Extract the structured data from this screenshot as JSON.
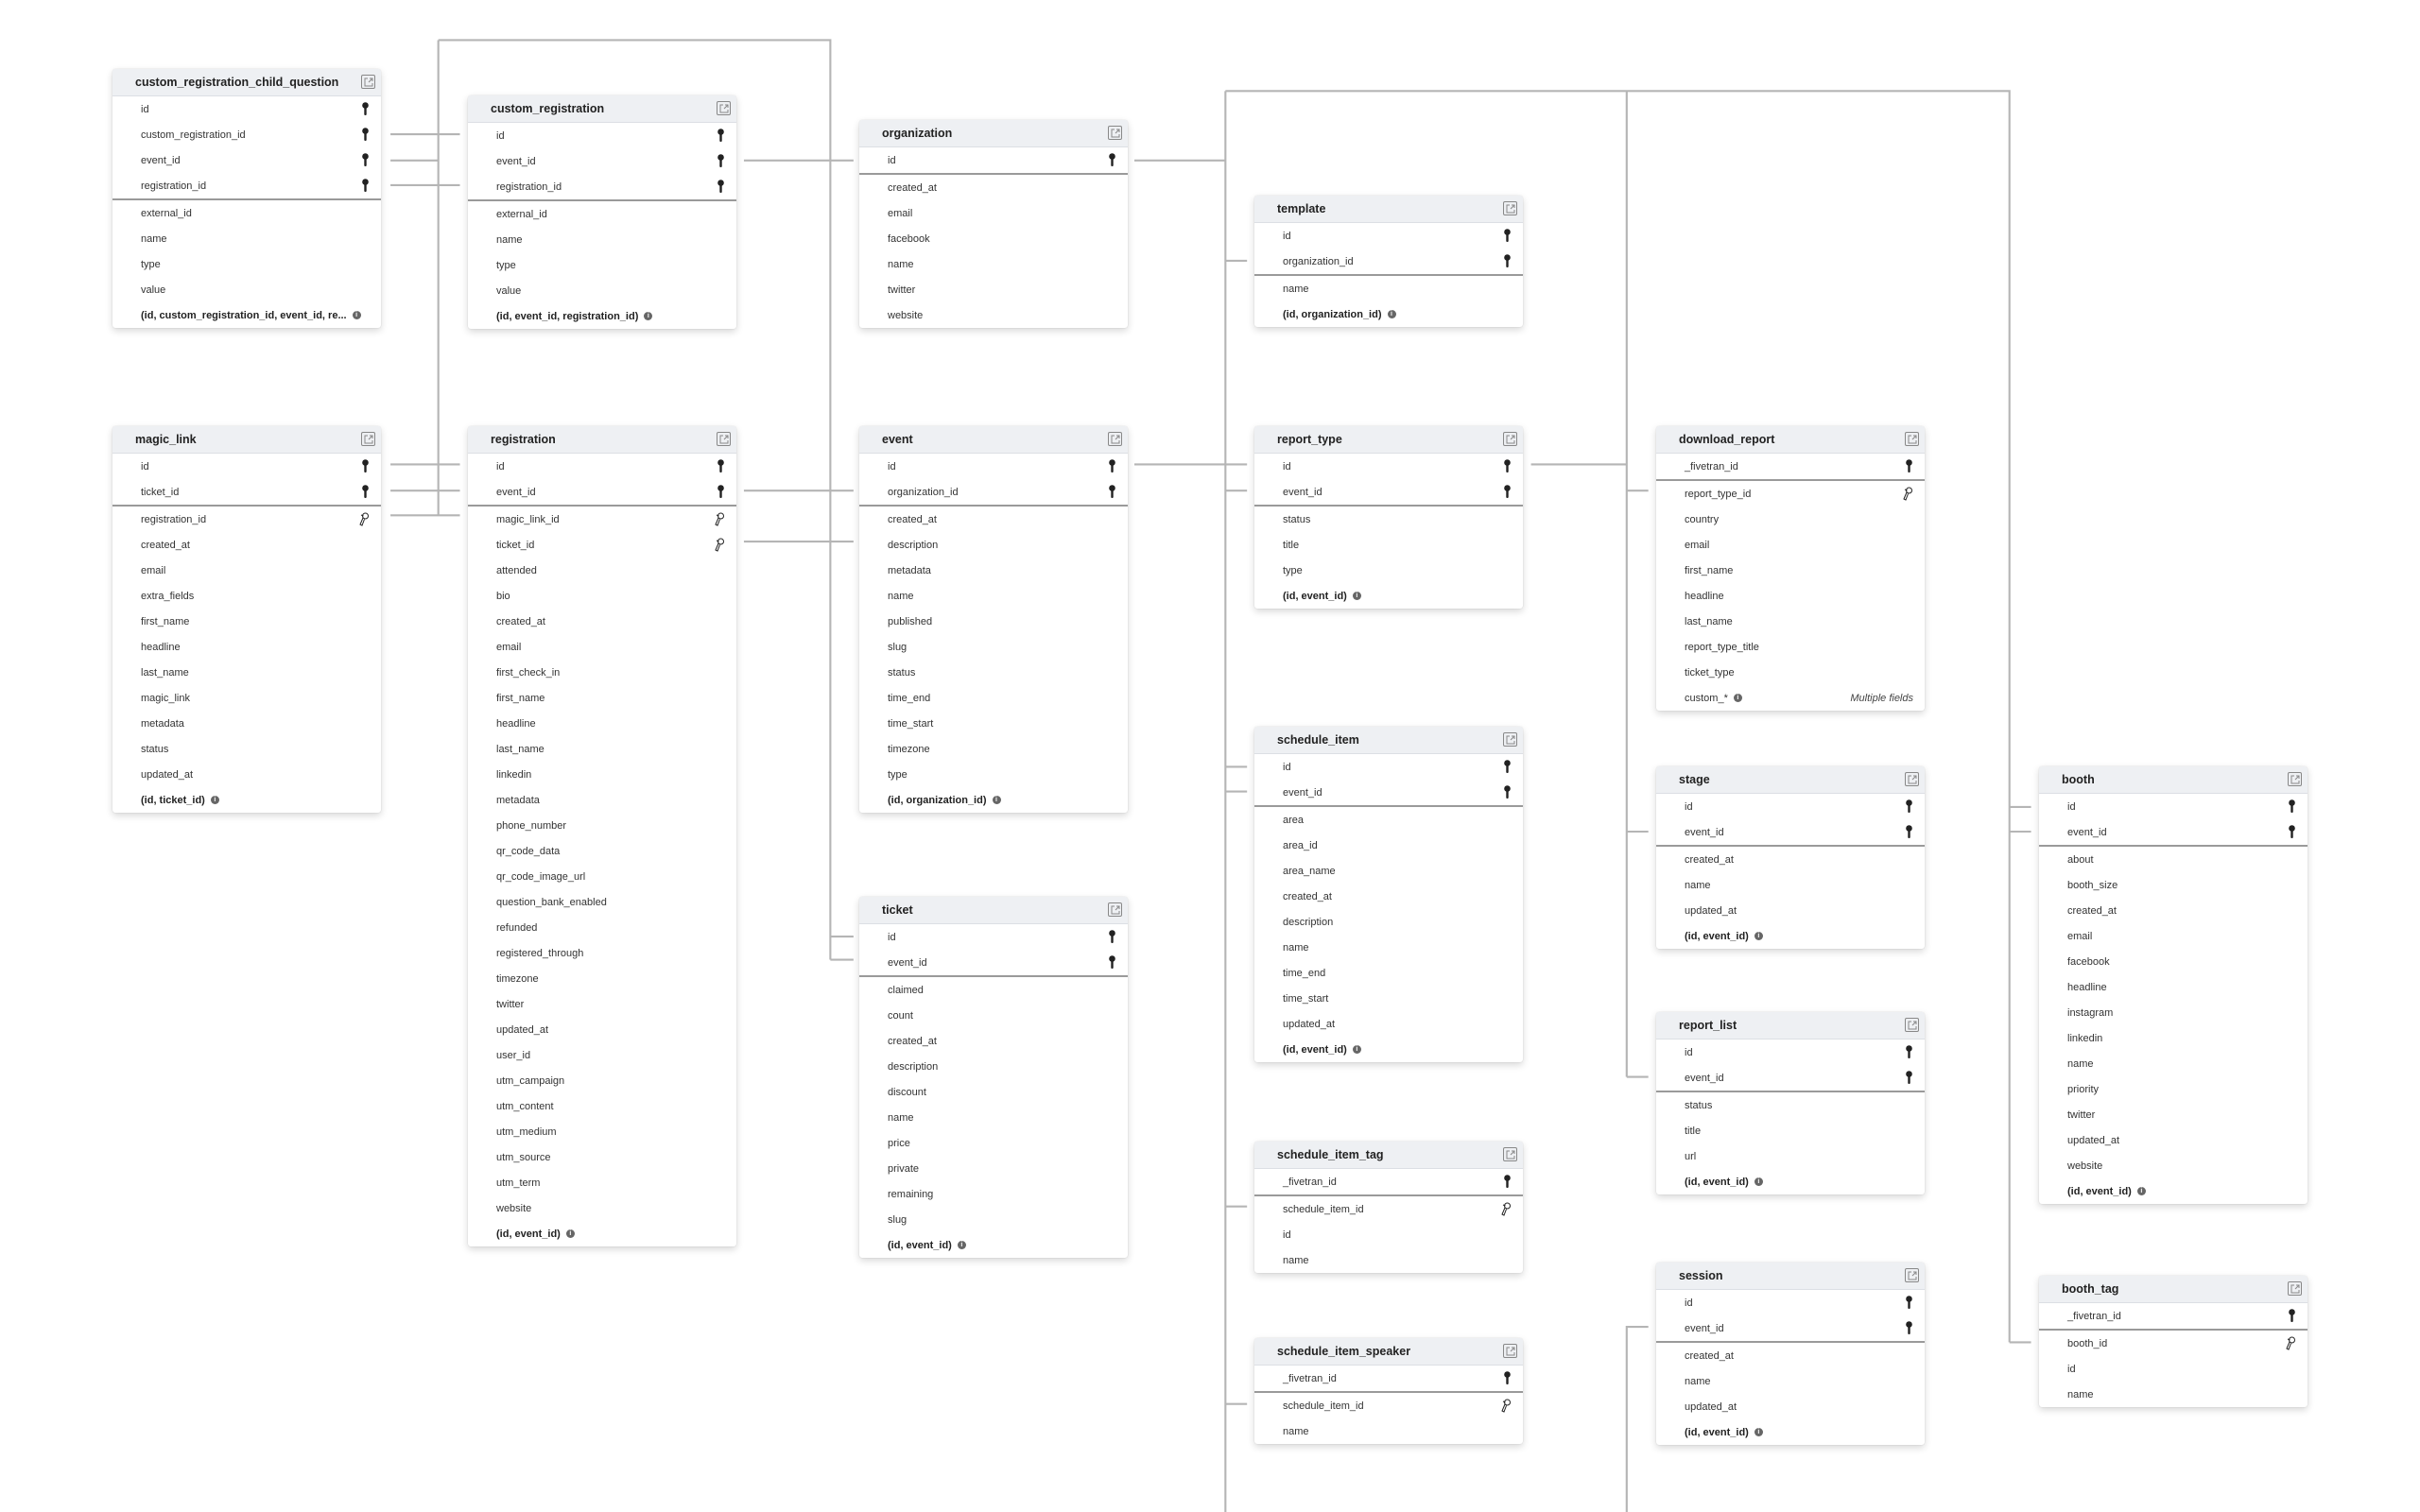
{
  "tables": [
    {
      "name": "custom_registration_child_question",
      "pk": [
        "id",
        "custom_registration_id",
        "event_id",
        "registration_id"
      ],
      "fields": [
        {
          "name": "external_id"
        },
        {
          "name": "name"
        },
        {
          "name": "type"
        },
        {
          "name": "value"
        }
      ],
      "index": "(id, custom_registration_id, event_id, re..."
    },
    {
      "name": "custom_registration",
      "pk": [
        "id",
        "event_id",
        "registration_id"
      ],
      "fields": [
        {
          "name": "external_id"
        },
        {
          "name": "name"
        },
        {
          "name": "type"
        },
        {
          "name": "value"
        }
      ],
      "index": "(id, event_id, registration_id)"
    },
    {
      "name": "organization",
      "pk": [
        "id"
      ],
      "fields": [
        {
          "name": "created_at"
        },
        {
          "name": "email"
        },
        {
          "name": "facebook"
        },
        {
          "name": "name"
        },
        {
          "name": "twitter"
        },
        {
          "name": "website"
        }
      ]
    },
    {
      "name": "template",
      "pk": [
        "id",
        "organization_id"
      ],
      "fields": [
        {
          "name": "name"
        }
      ],
      "index": "(id, organization_id)"
    },
    {
      "name": "magic_link",
      "pk": [
        "id",
        "ticket_id"
      ],
      "fields": [
        {
          "name": "registration_id",
          "fk": true
        },
        {
          "name": "created_at"
        },
        {
          "name": "email"
        },
        {
          "name": "extra_fields"
        },
        {
          "name": "first_name"
        },
        {
          "name": "headline"
        },
        {
          "name": "last_name"
        },
        {
          "name": "magic_link"
        },
        {
          "name": "metadata"
        },
        {
          "name": "status"
        },
        {
          "name": "updated_at"
        }
      ],
      "index": "(id, ticket_id)"
    },
    {
      "name": "registration",
      "pk": [
        "id",
        "event_id"
      ],
      "fields": [
        {
          "name": "magic_link_id",
          "fk": true
        },
        {
          "name": "ticket_id",
          "fk": true
        },
        {
          "name": "attended"
        },
        {
          "name": "bio"
        },
        {
          "name": "created_at"
        },
        {
          "name": "email"
        },
        {
          "name": "first_check_in"
        },
        {
          "name": "first_name"
        },
        {
          "name": "headline"
        },
        {
          "name": "last_name"
        },
        {
          "name": "linkedin"
        },
        {
          "name": "metadata"
        },
        {
          "name": "phone_number"
        },
        {
          "name": "qr_code_data"
        },
        {
          "name": "qr_code_image_url"
        },
        {
          "name": "question_bank_enabled"
        },
        {
          "name": "refunded"
        },
        {
          "name": "registered_through"
        },
        {
          "name": "timezone"
        },
        {
          "name": "twitter"
        },
        {
          "name": "updated_at"
        },
        {
          "name": "user_id"
        },
        {
          "name": "utm_campaign"
        },
        {
          "name": "utm_content"
        },
        {
          "name": "utm_medium"
        },
        {
          "name": "utm_source"
        },
        {
          "name": "utm_term"
        },
        {
          "name": "website"
        }
      ],
      "index": "(id, event_id)"
    },
    {
      "name": "event",
      "pk": [
        "id",
        "organization_id"
      ],
      "fields": [
        {
          "name": "created_at"
        },
        {
          "name": "description"
        },
        {
          "name": "metadata"
        },
        {
          "name": "name"
        },
        {
          "name": "published"
        },
        {
          "name": "slug"
        },
        {
          "name": "status"
        },
        {
          "name": "time_end"
        },
        {
          "name": "time_start"
        },
        {
          "name": "timezone"
        },
        {
          "name": "type"
        }
      ],
      "index": "(id, organization_id)"
    },
    {
      "name": "report_type",
      "pk": [
        "id",
        "event_id"
      ],
      "fields": [
        {
          "name": "status"
        },
        {
          "name": "title"
        },
        {
          "name": "type"
        }
      ],
      "index": "(id, event_id)"
    },
    {
      "name": "download_report",
      "pk": [
        "_fivetran_id"
      ],
      "fields": [
        {
          "name": "report_type_id",
          "fk": true
        },
        {
          "name": "country"
        },
        {
          "name": "email"
        },
        {
          "name": "first_name"
        },
        {
          "name": "headline"
        },
        {
          "name": "last_name"
        },
        {
          "name": "report_type_title"
        },
        {
          "name": "ticket_type"
        },
        {
          "name": "custom_*",
          "info": true,
          "note": "Multiple fields"
        }
      ]
    },
    {
      "name": "ticket",
      "pk": [
        "id",
        "event_id"
      ],
      "fields": [
        {
          "name": "claimed"
        },
        {
          "name": "count"
        },
        {
          "name": "created_at"
        },
        {
          "name": "description"
        },
        {
          "name": "discount"
        },
        {
          "name": "name"
        },
        {
          "name": "price"
        },
        {
          "name": "private"
        },
        {
          "name": "remaining"
        },
        {
          "name": "slug"
        }
      ],
      "index": "(id, event_id)"
    },
    {
      "name": "schedule_item",
      "pk": [
        "id",
        "event_id"
      ],
      "fields": [
        {
          "name": "area"
        },
        {
          "name": "area_id"
        },
        {
          "name": "area_name"
        },
        {
          "name": "created_at"
        },
        {
          "name": "description"
        },
        {
          "name": "name"
        },
        {
          "name": "time_end"
        },
        {
          "name": "time_start"
        },
        {
          "name": "updated_at"
        }
      ],
      "index": "(id, event_id)"
    },
    {
      "name": "stage",
      "pk": [
        "id",
        "event_id"
      ],
      "fields": [
        {
          "name": "created_at"
        },
        {
          "name": "name"
        },
        {
          "name": "updated_at"
        }
      ],
      "index": "(id, event_id)"
    },
    {
      "name": "report_list",
      "pk": [
        "id",
        "event_id"
      ],
      "fields": [
        {
          "name": "status"
        },
        {
          "name": "title"
        },
        {
          "name": "url"
        }
      ],
      "index": "(id, event_id)"
    },
    {
      "name": "session",
      "pk": [
        "id",
        "event_id"
      ],
      "fields": [
        {
          "name": "created_at"
        },
        {
          "name": "name"
        },
        {
          "name": "updated_at"
        }
      ],
      "index": "(id, event_id)"
    },
    {
      "name": "booth",
      "pk": [
        "id",
        "event_id"
      ],
      "fields": [
        {
          "name": "about"
        },
        {
          "name": "booth_size"
        },
        {
          "name": "created_at"
        },
        {
          "name": "email"
        },
        {
          "name": "facebook"
        },
        {
          "name": "headline"
        },
        {
          "name": "instagram"
        },
        {
          "name": "linkedin"
        },
        {
          "name": "name"
        },
        {
          "name": "priority"
        },
        {
          "name": "twitter"
        },
        {
          "name": "updated_at"
        },
        {
          "name": "website"
        }
      ],
      "index": "(id, event_id)"
    },
    {
      "name": "schedule_item_tag",
      "pk": [
        "_fivetran_id"
      ],
      "fields": [
        {
          "name": "schedule_item_id",
          "fk": true
        },
        {
          "name": "id"
        },
        {
          "name": "name"
        }
      ]
    },
    {
      "name": "schedule_item_speaker",
      "pk": [
        "_fivetran_id"
      ],
      "fields": [
        {
          "name": "schedule_item_id",
          "fk": true
        },
        {
          "name": "name"
        }
      ]
    },
    {
      "name": "booth_tag",
      "pk": [
        "_fivetran_id"
      ],
      "fields": [
        {
          "name": "booth_id",
          "fk": true
        },
        {
          "name": "id"
        },
        {
          "name": "name"
        }
      ]
    }
  ],
  "colors": {
    "line": "#b5b5b5",
    "header": "#eef0f3",
    "key": "#222222"
  }
}
